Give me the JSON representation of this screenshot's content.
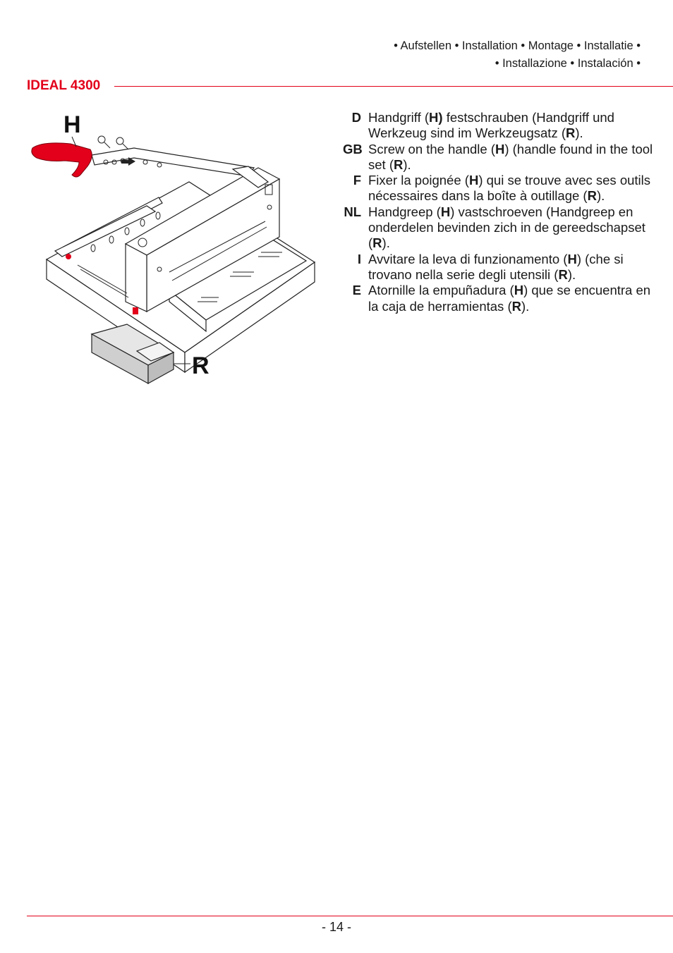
{
  "header": {
    "line1": "• Aufstellen • Installation • Montage • Installatie •",
    "line2": "• Installazione • Instalación •"
  },
  "model": "IDEAL 4300",
  "figure": {
    "label_h": "H",
    "label_r": "R",
    "accent_color": "#e2001a"
  },
  "instructions": [
    {
      "code": "D",
      "parts": [
        "Handgriff (",
        "H)",
        " festschrauben (Handgriff und Werkzeug sind im Werkzeugsatz (",
        "R",
        ")."
      ]
    },
    {
      "code": "GB",
      "parts": [
        "Screw on the handle (",
        "H",
        ") (handle found in the tool set (",
        "R",
        ")."
      ]
    },
    {
      "code": "F",
      "parts": [
        "Fixer la poignée (",
        "H",
        ") qui se trouve avec ses outils nécessaires dans la boîte à outillage (",
        "R",
        ")."
      ]
    },
    {
      "code": "NL",
      "parts": [
        "Handgreep (",
        "H",
        ") vastschroeven (Handgreep en onderdelen bevinden zich in de gereedschapset (",
        "R",
        ")."
      ]
    },
    {
      "code": "I",
      "parts": [
        "Avvitare la leva di funzionamento (",
        "H",
        ") (che si trovano nella serie degli utensili (",
        "R",
        ")."
      ]
    },
    {
      "code": "E",
      "parts": [
        "Atornille la empuñadura (",
        "H",
        ") que se encuentra en la caja de herramientas (",
        "R",
        ")."
      ]
    }
  ],
  "footer": {
    "page_number": "- 14 -"
  }
}
